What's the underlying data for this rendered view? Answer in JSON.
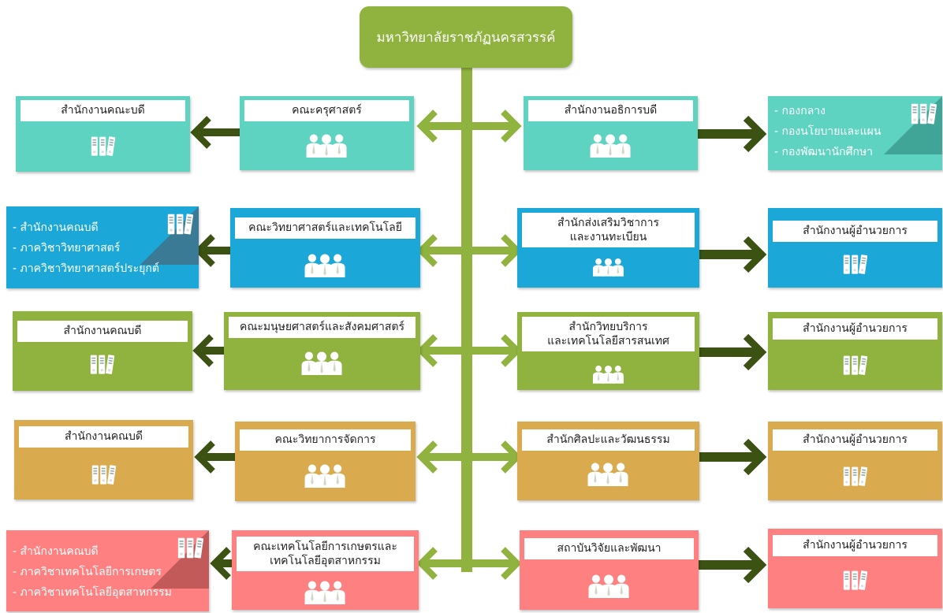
{
  "top": {
    "label": "มหาวิทยาลัยราชภัฏนครสวรรค์"
  },
  "colors": {
    "line": "#8fb33e",
    "dark_arrow": "#3b5212",
    "teal": "#5ed3c1",
    "blue": "#1ba8d9",
    "green": "#8fb33e",
    "gold": "#d9ab4e",
    "pink": "#ff8080"
  },
  "left_rows": [
    {
      "faculty": "คณะครุศาสตร์",
      "office": "สำนักงานคณะบดี",
      "office_type": "box"
    },
    {
      "faculty": "คณะวิทยาศาสตร์และเทคโนโลยี",
      "office_type": "list",
      "items": [
        "- สำนักงานคณบดี",
        "- ภาควิชาวิทยาศาสตร์",
        "- ภาควิชาวิทยาศาสตร์ประยุกต์"
      ]
    },
    {
      "faculty": "คณะมนุษยศาสตร์และสังคมศาสตร์",
      "office": "สำนักงานคณบดี",
      "office_type": "box"
    },
    {
      "faculty": "คณะวิทยาการจัดการ",
      "office": "สำนักงานคณบดี",
      "office_type": "box"
    },
    {
      "faculty_line1": "คณะเทคโนโลยีการเกษตรและ",
      "faculty_line2": "เทคโนโลยีอุตสาหกรรม",
      "office_type": "list",
      "items": [
        "- สำนักงานคณบดี",
        "- ภาควิชาเทคโนโลยีการเกษตร",
        "- ภาควิชาเทคโนโลยีอุตสาหกรรม"
      ]
    }
  ],
  "right_rows": [
    {
      "unit": "สำนักงานอธิการบดี",
      "office_type": "list",
      "items": [
        "- กองกลาง",
        "- กองนโยบายและแผน",
        "- กองพัฒนานักศึกษา"
      ]
    },
    {
      "unit_line1": "สำนักส่งเสริมวิชาการ",
      "unit_line2": "และงานทะเบียน",
      "office": "สำนักงานผู้อำนวยการ",
      "office_type": "box"
    },
    {
      "unit_line1": "สำนักวิทยบริการ",
      "unit_line2": "และเทคโนโลยีสารสนเทศ",
      "office": "สำนักงานผู้อำนวยการ",
      "office_type": "box"
    },
    {
      "unit": "สำนักศิลปะและวัฒนธรรม",
      "office": "สำนักงานผู้อำนวยการ",
      "office_type": "box"
    },
    {
      "unit": "สถาบันวิจัยและพัฒนา",
      "office": "สำนักงานผู้อำนวยการ",
      "office_type": "box"
    }
  ],
  "icons": {
    "people": "people-group-icon",
    "binders": "binders-icon"
  }
}
